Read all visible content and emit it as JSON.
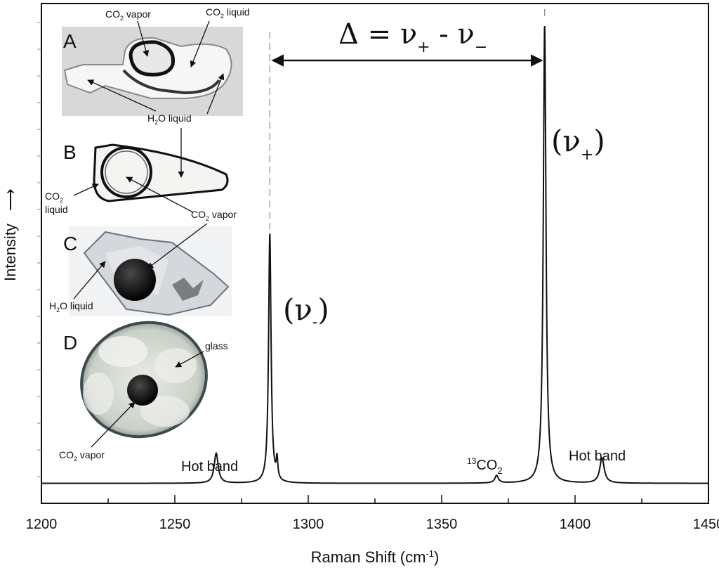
{
  "chart_data": {
    "type": "line",
    "xlabel": "Raman Shift (cm-1)",
    "xlabel_main": "Raman Shift (cm",
    "xlabel_sup": "-1",
    "xlabel_close": ")",
    "ylabel": "Intensity",
    "ylabel_arrow": "⟶",
    "xlim": [
      1200,
      1450
    ],
    "ylim": [
      0,
      1
    ],
    "x_ticks": [
      1200,
      1250,
      1300,
      1350,
      1400,
      1450
    ],
    "grid": false,
    "baseline": 0.04,
    "peaks": [
      {
        "x": 1265.5,
        "y": 0.06,
        "width": 0.9,
        "kind": "hot-band"
      },
      {
        "x": 1285.6,
        "y": 0.5,
        "width": 0.55,
        "kind": "fermi-lower"
      },
      {
        "x": 1288.3,
        "y": 0.04,
        "width": 0.35,
        "kind": "shoulder"
      },
      {
        "x": 1370.6,
        "y": 0.015,
        "width": 0.8,
        "kind": "13co2"
      },
      {
        "x": 1388.6,
        "y": 0.92,
        "width": 0.6,
        "kind": "fermi-upper"
      },
      {
        "x": 1410.1,
        "y": 0.05,
        "width": 1.0,
        "kind": "hot-band"
      }
    ],
    "annotations": {
      "hot_band_left": "Hot band",
      "hot_band_right": "Hot band",
      "c13_sup": "13",
      "c13_main": "CO",
      "c13_sub": "2",
      "nu_minus_main": "(ν",
      "nu_minus_sub": "-",
      "nu_minus_close": ")",
      "nu_plus_main": "(ν",
      "nu_plus_sub": "+",
      "nu_plus_close": ")",
      "delta_main": "Δ = ν",
      "delta_sub1": "+",
      "delta_mid": " - ν",
      "delta_sub2": "−"
    },
    "inset_panels": {
      "A": {
        "letter": "A",
        "co2_vapor": "CO",
        "co2_vapor_sub": "2",
        "co2_vapor_tail": " vapor",
        "co2_liquid": "CO",
        "co2_liquid_sub": "2",
        "co2_liquid_tail": " liquid",
        "h2o_liquid": "H",
        "h2o_liquid_sub": "2",
        "h2o_liquid_tail": "O liquid"
      },
      "B": {
        "letter": "B",
        "co2_liquid_line1": "CO",
        "co2_liquid_sub": "2",
        "co2_liquid_line2": "liquid",
        "co2_vapor": "CO",
        "co2_vapor_sub": "2",
        "co2_vapor_tail": " vapor"
      },
      "C": {
        "letter": "C",
        "h2o_liquid": "H",
        "h2o_liquid_sub": "2",
        "h2o_liquid_tail": "O liquid"
      },
      "D": {
        "letter": "D",
        "glass": "glass",
        "co2_vapor": "CO",
        "co2_vapor_sub": "2",
        "co2_vapor_tail": " vapor"
      }
    }
  }
}
